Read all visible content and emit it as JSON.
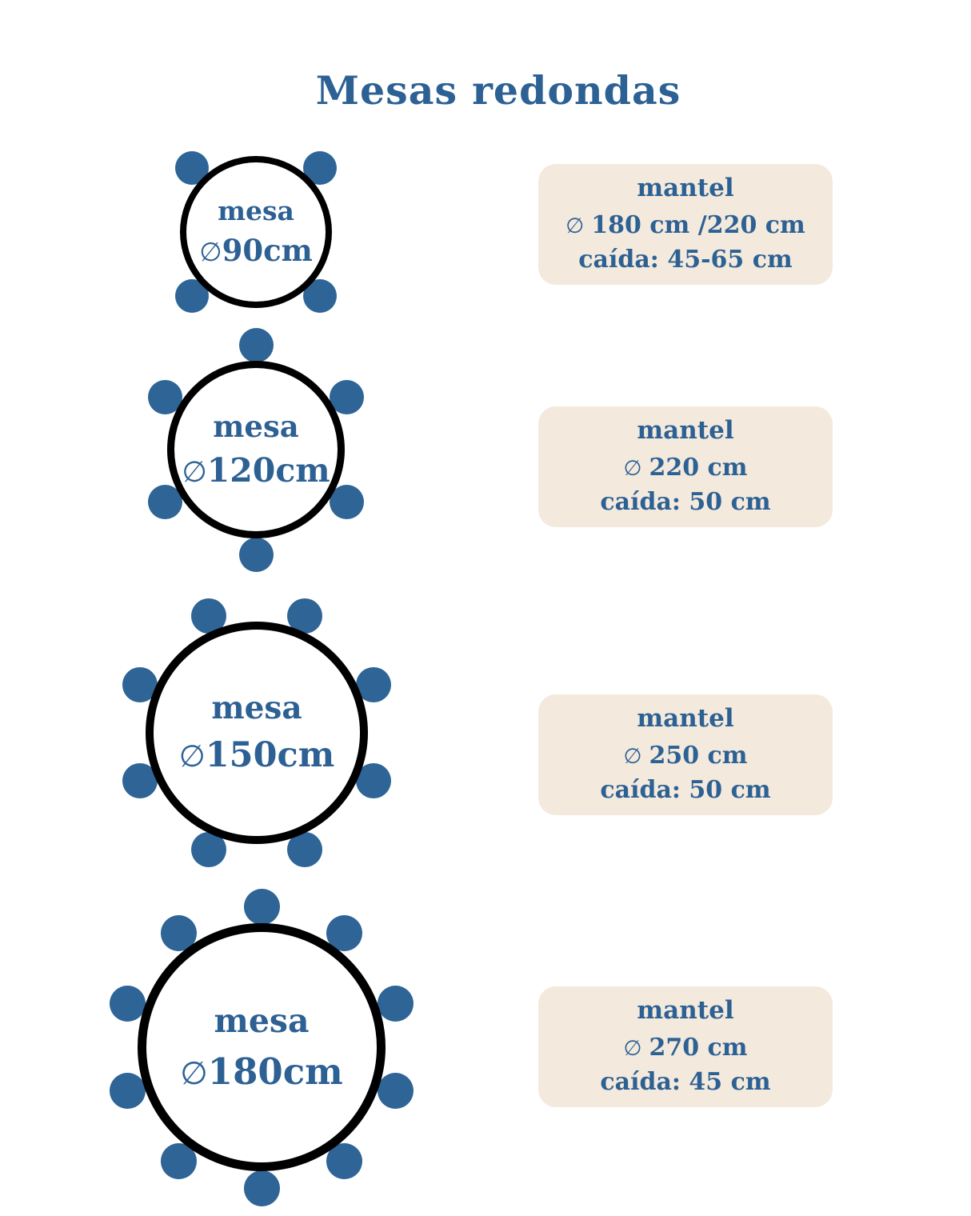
{
  "title": "Mesas redondas",
  "diameter_symbol": "∅",
  "colors": {
    "text_blue": "#2d6194",
    "chair_blue": "#2e6496",
    "table_border": "#000000",
    "card_beige": "#f3e9dc",
    "background": "#ffffff"
  },
  "rows": [
    {
      "table": {
        "label": "mesa",
        "size": "90cm",
        "seats": 4
      },
      "mantel": {
        "title": "mantel",
        "diameter": "180 cm /220 cm",
        "drop": "caída: 45-65 cm"
      }
    },
    {
      "table": {
        "label": "mesa",
        "size": "120cm",
        "seats": 6
      },
      "mantel": {
        "title": "mantel",
        "diameter": "220 cm",
        "drop": "caída: 50 cm"
      }
    },
    {
      "table": {
        "label": "mesa",
        "size": "150cm",
        "seats": 8
      },
      "mantel": {
        "title": "mantel",
        "diameter": "250 cm",
        "drop": "caída: 50 cm"
      }
    },
    {
      "table": {
        "label": "mesa",
        "size": "180cm",
        "seats": 10
      },
      "mantel": {
        "title": "mantel",
        "diameter": "270 cm",
        "drop": "caída: 45 cm"
      }
    }
  ]
}
